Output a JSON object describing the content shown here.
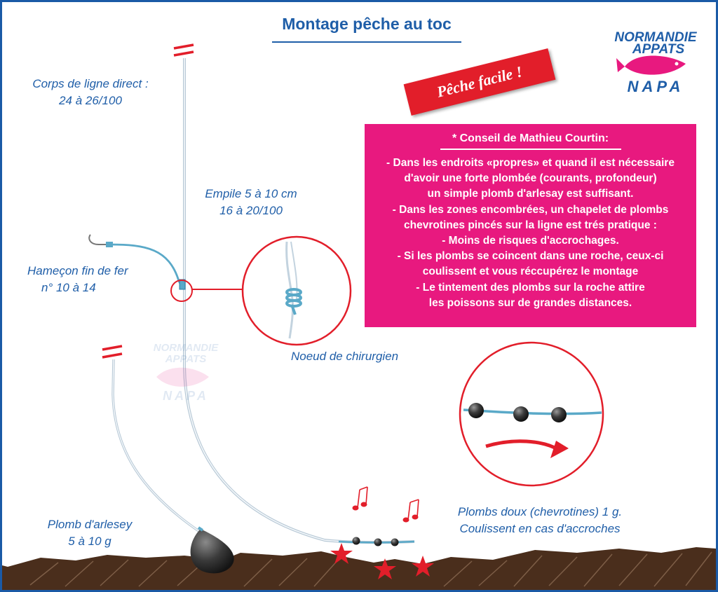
{
  "title": "Montage pêche au toc",
  "badge": "Pêche facile !",
  "logo": {
    "line1": "NORMANDIE",
    "line2": "APPATS",
    "line3": "NAPA"
  },
  "labels": {
    "main_line_1": "Corps de ligne direct :",
    "main_line_2": "24 à 26/100",
    "leader_1": "Empile 5 à 10 cm",
    "leader_2": "16 à 20/100",
    "hook_1": "Hameçon fin de fer",
    "hook_2": "n° 10 à 14",
    "knot": "Noeud de chirurgien",
    "sinker_1": "Plomb d'arlesey",
    "sinker_2": "5 à 10 g",
    "shot_1": "Plombs doux (chevrotines) 1 g.",
    "shot_2": "Coulissent en cas d'accroches"
  },
  "tip": {
    "title": "* Conseil de Mathieu Courtin:",
    "lines": [
      "- Dans les endroits «propres» et quand il est nécessaire",
      "d'avoir une forte plombée (courants, profondeur)",
      "un simple plomb d'arlesay est suffisant.",
      "- Dans les zones encombrées, un chapelet de plombs",
      "chevrotines pincés sur la ligne est trés pratique :",
      "- Moins de risques d'accrochages.",
      "- Si les plombs se coincent dans une roche, ceux-ci",
      "coulissent et vous réccupérez le montage",
      "- Le tintement des plombs sur la roche attire",
      "les poissons sur de grandes distances."
    ]
  },
  "colors": {
    "text_blue": "#1f5ea8",
    "accent_pink": "#e8197f",
    "badge_red": "#e21e2a",
    "leader_teal": "#5aa9c8",
    "seabed_brown": "#4a2e1c"
  }
}
